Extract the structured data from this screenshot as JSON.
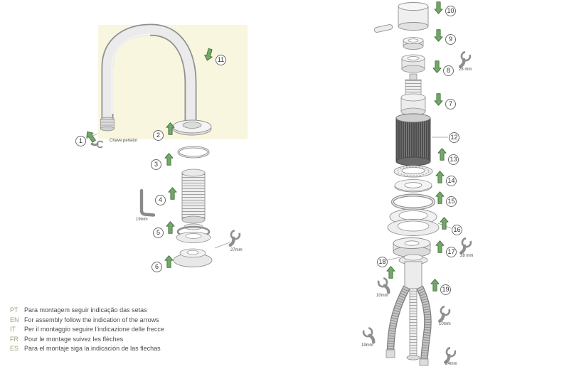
{
  "instructions": {
    "items": [
      {
        "lang": "PT",
        "text": "Para montagem seguir indicação das setas"
      },
      {
        "lang": "EN",
        "text": "For assembly follow the indication of the arrows"
      },
      {
        "lang": "IT",
        "text": "Per il montaggio seguire l'indicazione delle frecce"
      },
      {
        "lang": "FR",
        "text": "Pour le montage suivez les flèches"
      },
      {
        "lang": "ES",
        "text": "Para el montaje siga la indicación de las flechas"
      }
    ]
  },
  "callouts": {
    "c1": "1",
    "c2": "2",
    "c3": "3",
    "c4": "4",
    "c5": "5",
    "c6": "6",
    "c7": "7",
    "c8": "8",
    "c9": "9",
    "c10": "10",
    "c11": "11",
    "c12": "12",
    "c13": "13",
    "c14": "14",
    "c15": "15",
    "c16": "16",
    "c17": "17",
    "c18": "18",
    "c19": "19"
  },
  "labels": {
    "aerator_key": "Chave perlator",
    "allen_key_size": "19mm",
    "wrench_27": "27mm",
    "wrench_28_top": "28 mm",
    "wrench_28_mid": "28 mm",
    "wrench_10_left": "10mm",
    "wrench_10_right": "10mm",
    "wrench_19_left": "19mm",
    "wrench_24_bottom": "24mm"
  },
  "colors": {
    "arrow": "#74a86a",
    "arrow_edge": "#44703c",
    "highlight": "#f8f6df",
    "lang": "#9aa178",
    "text": "#4c4c4c",
    "line": "#8f8f8f"
  }
}
